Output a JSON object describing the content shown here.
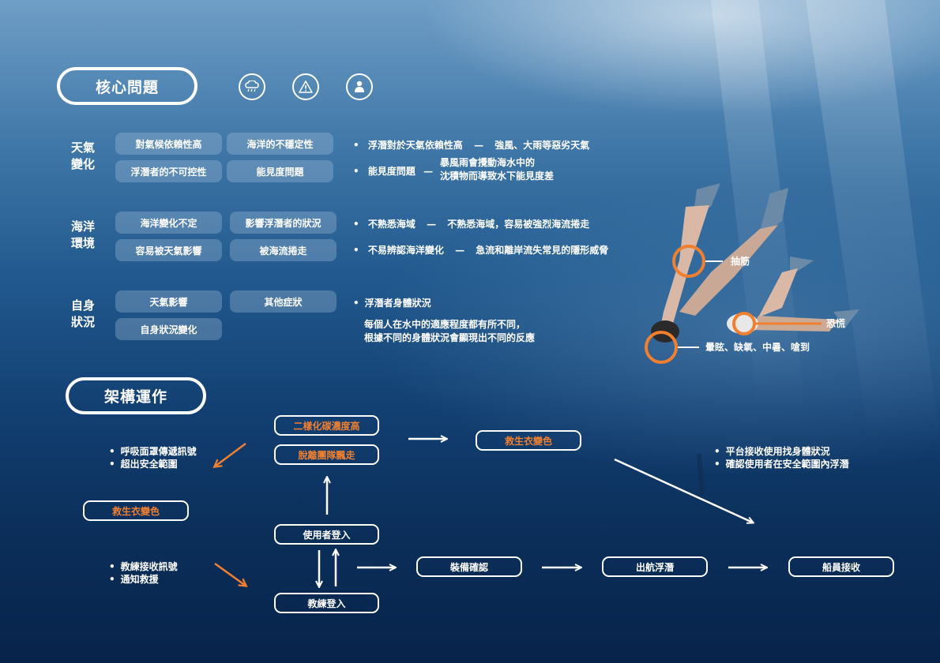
{
  "sections": {
    "core_title": "核心問題",
    "framework_title": "架構運作"
  },
  "icons": [
    "rain-cloud-icon",
    "warning-icon",
    "person-icon"
  ],
  "weather": {
    "label_line1": "天氣",
    "label_line2": "變化",
    "chips": [
      "對氣候依賴性高",
      "海洋的不穩定性",
      "浮潛者的不可控性",
      "能見度問題"
    ],
    "note1_head": "浮潛對於天氣依賴性高",
    "note1_body": "強風、大雨等惡劣天氣",
    "note2_head": "能見度問題",
    "note2_body_line1": "暴風雨會攪動海水中的",
    "note2_body_line2": "沈積物而導致水下能見度差"
  },
  "ocean": {
    "label_line1": "海洋",
    "label_line2": "環境",
    "chips": [
      "海洋變化不定",
      "影響浮潛者的狀況",
      "容易被天氣影響",
      "被海流捲走"
    ],
    "note1_head": "不熟悉海域",
    "note1_body": "不熟悉海域，容易被強烈海流捲走",
    "note2_head": "不易辨認海洋變化",
    "note2_body": "急流和離岸流失常見的隱形威脅"
  },
  "self": {
    "label_line1": "自身",
    "label_line2": "狀況",
    "chips": [
      "天氣影響",
      "其他症狀",
      "自身狀況變化"
    ],
    "note_head": "浮潛者身體狀況",
    "note_body_line1": "每個人在水中的適應程度都有所不同，",
    "note_body_line2": "根據不同的身體狀況會顯現出不同的反應"
  },
  "diver_labels": {
    "cramp": "抽筋",
    "panic": "恐慌",
    "symptoms": "暈眩、缺氧、中暑、嗆到"
  },
  "flow": {
    "co2": "二樣化碳濃度高",
    "leave_team": "脫離團隊飄走",
    "vest_top": "救生衣變色",
    "vest_left": "救生衣變色",
    "user_login": "使用者登入",
    "coach_login": "教練登入",
    "equip_check": "裝備確認",
    "set_sail": "出航浮潛",
    "crew_receive": "船員接收",
    "left_top_notes": [
      "呼吸面罩傳遞訊號",
      "超出安全範圍"
    ],
    "left_bottom_notes": [
      "教練接收訊號",
      "通知救援"
    ],
    "right_notes": [
      "平台接收使用找身體狀況",
      "確認使用者在安全範圍內浮潛"
    ]
  },
  "colors": {
    "accent": "#f08030",
    "text": "#ffffff"
  }
}
